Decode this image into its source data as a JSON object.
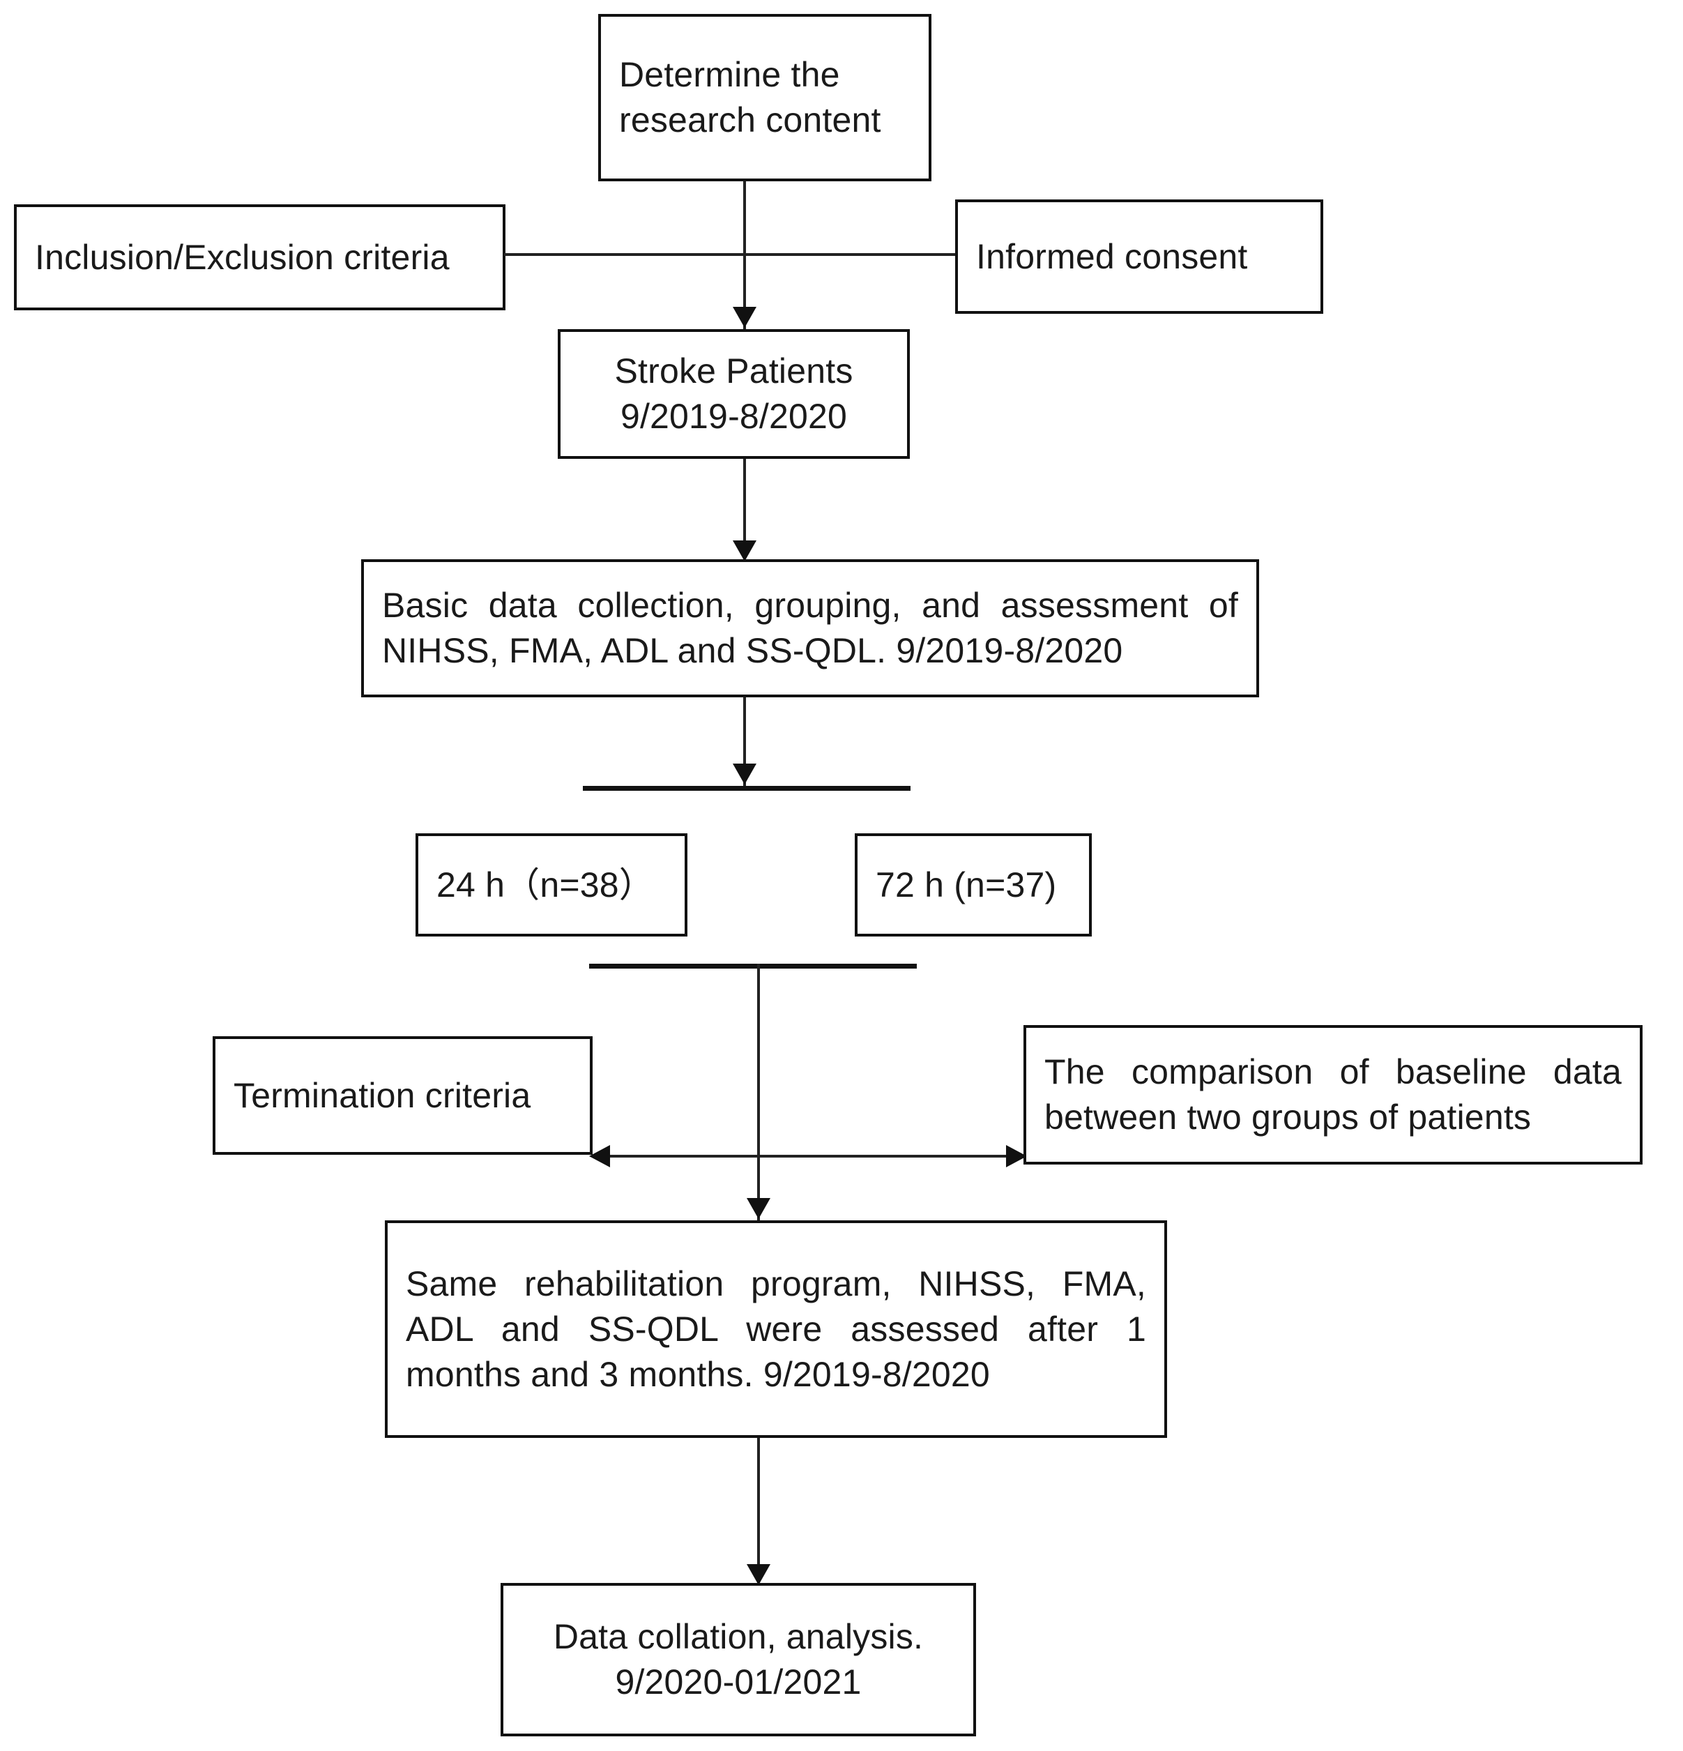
{
  "diagram": {
    "title": "Study flow chart",
    "type": "flowchart",
    "colors": {
      "box_border": "#111111",
      "connector": "#222222",
      "text": "#1a1a1a",
      "background": "#ffffff"
    },
    "nodes": [
      {
        "id": "determine-research-content",
        "label": "Determine  the\nresearch content",
        "align": "justify"
      },
      {
        "id": "inclusion-exclusion-criteria",
        "label": "Inclusion/Exclusion criteria",
        "align": "left"
      },
      {
        "id": "informed-consent",
        "label": "Informed consent",
        "align": "left"
      },
      {
        "id": "stroke-patients",
        "label": "Stroke Patients\n9/2019-8/2020",
        "align": "center"
      },
      {
        "id": "basic-data-collection",
        "label": "Basic data collection, grouping, and assessment of NIHSS, FMA, ADL and SS-QDL. 9/2019-8/2020",
        "align": "justify"
      },
      {
        "id": "group-24h",
        "label": "24 h（n=38）",
        "align": "left"
      },
      {
        "id": "group-72h",
        "label": "72 h (n=37)",
        "align": "left"
      },
      {
        "id": "termination-criteria",
        "label": "Termination criteria",
        "align": "left"
      },
      {
        "id": "baseline-comparison",
        "label": "The  comparison  of  baseline  data between two groups of patients",
        "align": "justify"
      },
      {
        "id": "rehabilitation-program",
        "label": "Same  rehabilitation  program,  NIHSS,  FMA, ADL  and  SS-QDL  were  assessed  after  1 months and 3 months. 9/2019-8/2020",
        "align": "justify"
      },
      {
        "id": "data-collation-analysis",
        "label": "Data  collation,  analysis.\n9/2020-01/2021",
        "align": "center"
      }
    ],
    "group_counts": {
      "group_24h_n": 38,
      "group_72h_n": 37
    },
    "date_ranges": {
      "enrollment": "9/2019-8/2020",
      "assessment": "9/2019-8/2020",
      "analysis": "9/2020-01/2021"
    },
    "connectors": [
      {
        "id": "determine-to-stroke",
        "type": "arrow-down"
      },
      {
        "id": "inclusion-to-informed-consent",
        "type": "line-horizontal"
      },
      {
        "id": "stroke-to-basic-data",
        "type": "arrow-down"
      },
      {
        "id": "basic-data-to-split",
        "type": "arrow-down-to-bar"
      },
      {
        "id": "groups-merge-bar",
        "type": "bar"
      },
      {
        "id": "termination-to-baseline",
        "type": "double-arrow-horizontal"
      },
      {
        "id": "merge-to-rehabilitation",
        "type": "arrow-down"
      },
      {
        "id": "rehabilitation-to-analysis",
        "type": "arrow-down"
      }
    ]
  }
}
